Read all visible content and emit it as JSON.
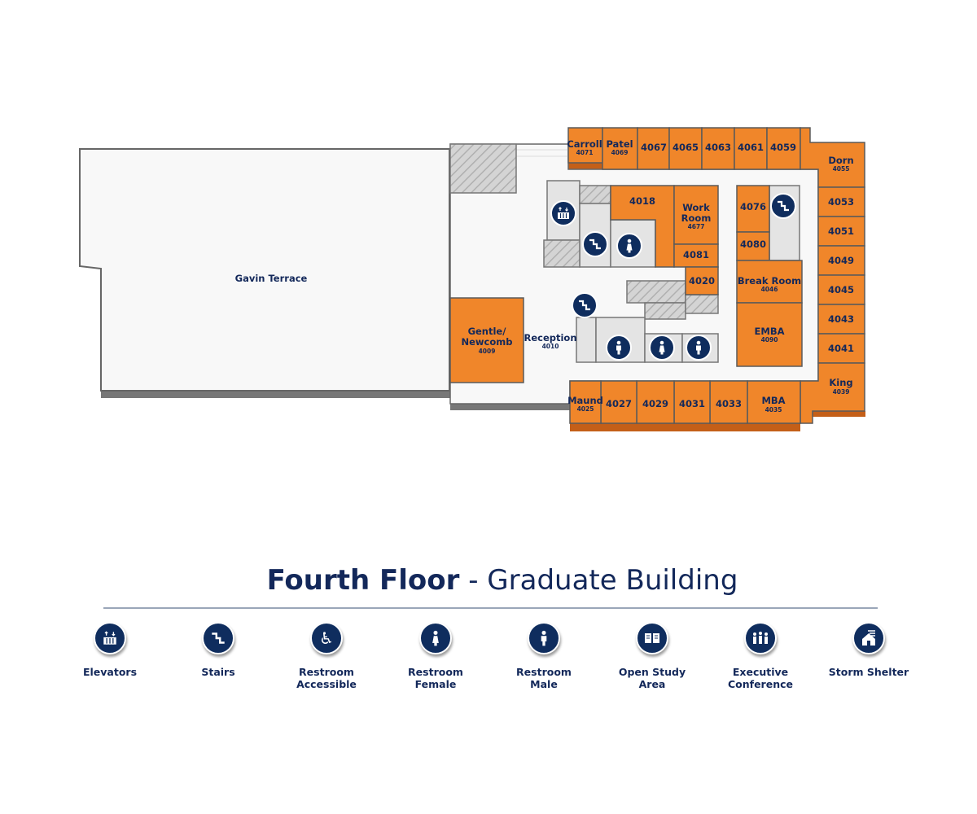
{
  "colors": {
    "room": "#f0862a",
    "room_shadow": "#c45f18",
    "icon_bg": "#0f2d5e",
    "text": "#13285a"
  },
  "floorplan": {
    "terrace": "Gavin Terrace",
    "reception": {
      "name": "Reception",
      "number": "4010"
    },
    "rooms": {
      "carroll": {
        "name": "Carroll",
        "number": "4071"
      },
      "patel": {
        "name": "Patel",
        "number": "4069"
      },
      "r4067": "4067",
      "r4065": "4065",
      "r4063": "4063",
      "r4061": "4061",
      "r4059": "4059",
      "dorn": {
        "name": "Dorn",
        "number": "4055"
      },
      "r4053": "4053",
      "r4051": "4051",
      "r4049": "4049",
      "r4045": "4045",
      "r4043": "4043",
      "r4041": "4041",
      "king": {
        "name": "King",
        "number": "4039"
      },
      "mba": {
        "name": "MBA",
        "number": "4035"
      },
      "r4033": "4033",
      "r4031": "4031",
      "r4029": "4029",
      "r4027": "4027",
      "maund": {
        "name": "Maund",
        "number": "4025"
      },
      "r4018": "4018",
      "work": {
        "name": "Work\nRoom",
        "line1": "Work",
        "line2": "Room",
        "number": "4677"
      },
      "r4081": "4081",
      "r4020": "4020",
      "r4076": "4076",
      "r4080": "4080",
      "break": {
        "name": "Break Room",
        "number": "4046"
      },
      "embа": {
        "name": "EMBA",
        "number": "4090"
      },
      "gentle": {
        "line1": "Gentle/",
        "line2": "Newcomb",
        "number": "4009"
      }
    },
    "map_icons": [
      "elevator-icon",
      "stairs-icon",
      "restroom-female-icon",
      "stairs-icon",
      "stairs-icon",
      "restroom-male-icon",
      "restroom-female-icon",
      "restroom-male-icon"
    ]
  },
  "title": {
    "bold": "Fourth Floor",
    "rest": " - Graduate Building"
  },
  "legend": [
    {
      "label": "Elevators",
      "icon": "elevator-icon"
    },
    {
      "label": "Stairs",
      "icon": "stairs-icon"
    },
    {
      "label": "Restroom\nAccessible",
      "icon": "wheelchair-icon"
    },
    {
      "label": "Restroom\nFemale",
      "icon": "restroom-female-icon"
    },
    {
      "label": "Restroom\nMale",
      "icon": "restroom-male-icon"
    },
    {
      "label": "Open Study\nArea",
      "icon": "book-icon"
    },
    {
      "label": "Executive\nConference",
      "icon": "people-icon"
    },
    {
      "label": "Storm Shelter",
      "icon": "storm-shelter-icon"
    }
  ]
}
